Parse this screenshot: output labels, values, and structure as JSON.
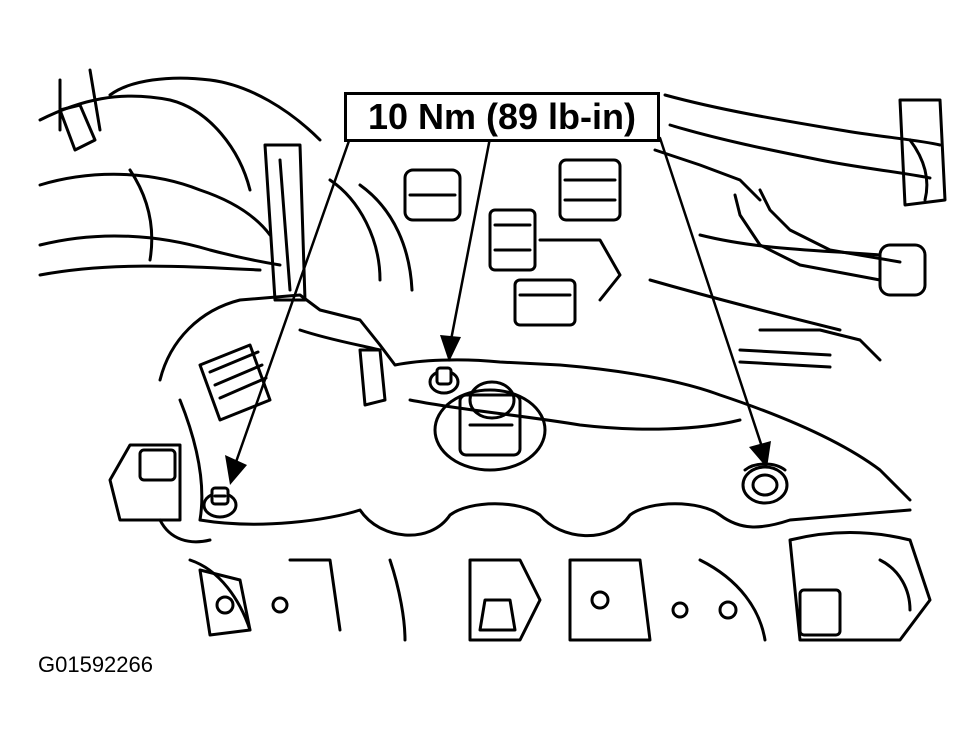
{
  "callout": {
    "torque_spec": "10 Nm (89 lb-in)"
  },
  "figure": {
    "id": "G01592266"
  },
  "colors": {
    "line": "#000000",
    "background": "#ffffff"
  },
  "fasteners": [
    {
      "name": "left-bolt"
    },
    {
      "name": "center-stud"
    },
    {
      "name": "right-bolt"
    }
  ]
}
